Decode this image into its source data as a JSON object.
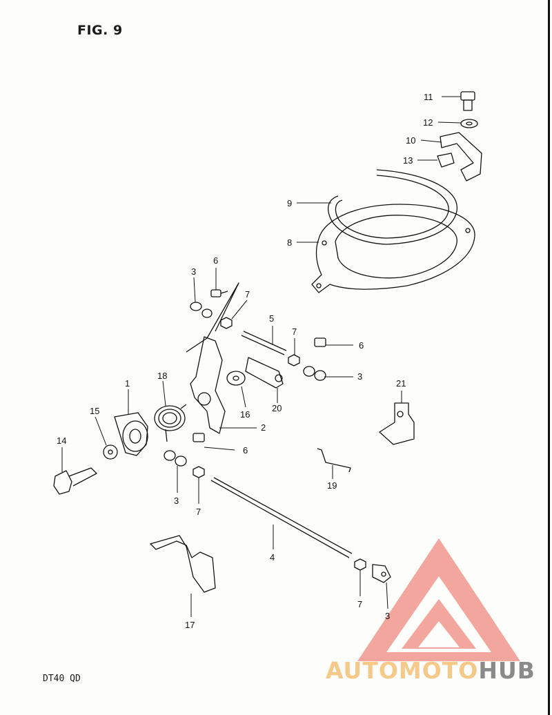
{
  "figure_title": "FIG. 9",
  "model_code": "DT40 QD",
  "watermark": {
    "part_a": "AUTOMOTO",
    "part_b": "HUB",
    "color_a": "#f5c98a",
    "color_b": "#8a8a8a",
    "logo_color": "#f08a7e"
  },
  "callouts": {
    "c11": "11",
    "c12": "12",
    "c10": "10",
    "c13": "13",
    "c9": "9",
    "c8": "8",
    "c6a": "6",
    "c3a": "3",
    "c7a": "7",
    "c5": "5",
    "c7b": "7",
    "c6b": "6",
    "c3b": "3",
    "c21": "21",
    "c1": "1",
    "c18": "18",
    "c16": "16",
    "c20": "20",
    "c15": "15",
    "c14": "14",
    "c2": "2",
    "c6c": "6",
    "c3c": "3",
    "c7c": "7",
    "c19": "19",
    "c4": "4",
    "c17": "17",
    "c7d": "7",
    "c3d": "3"
  }
}
